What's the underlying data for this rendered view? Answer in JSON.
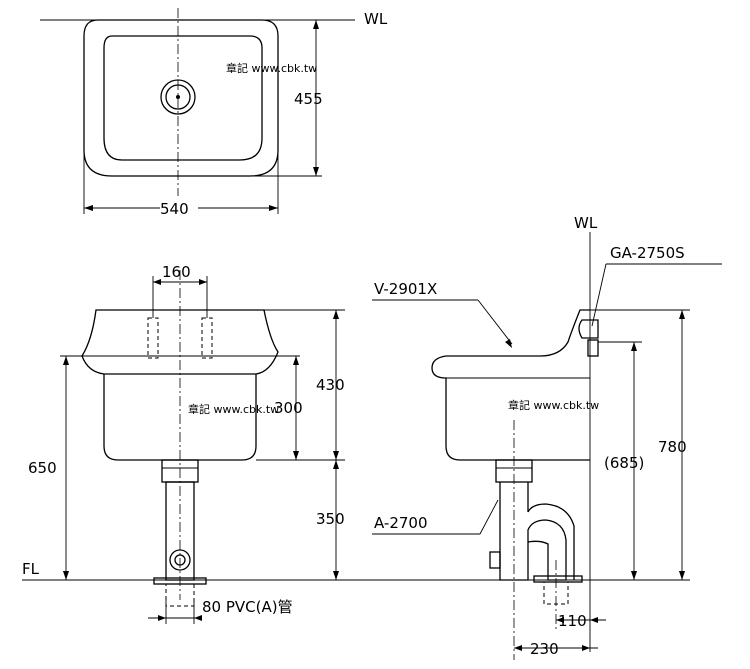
{
  "labels": {
    "wl_top": "WL",
    "wl_right": "WL",
    "fl": "FL",
    "dim_540": "540",
    "dim_455": "455",
    "dim_160": "160",
    "dim_430": "430",
    "dim_300": "300",
    "dim_650": "650",
    "dim_350": "350",
    "dim_685": "(685)",
    "dim_780": "780",
    "dim_110": "110",
    "dim_230": "230",
    "pipe": "80 PVC(A)管",
    "model_sink": "V-2901X",
    "model_valve": "GA-2750S",
    "model_trap": "A-2700",
    "watermark": "章記 www.cbk.tw"
  }
}
